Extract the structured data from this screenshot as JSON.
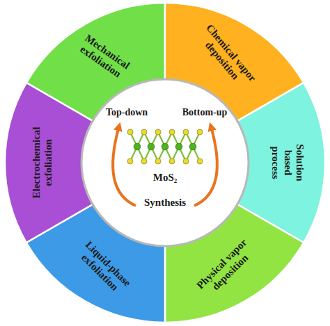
{
  "diagram": {
    "nodes": [
      {
        "text": [
          "Mechanical exfoliation"
        ]
      },
      {
        "text": [
          "Chemical vapor deposition"
        ]
      },
      {
        "text": [
          "Solution based process"
        ]
      },
      {
        "text": [
          "Physical vapor deposition"
        ]
      },
      {
        "text": [
          "Liquid-phase exfoliation"
        ]
      },
      {
        "text": [
          "Electrochemical exfoliation"
        ]
      },
      {
        "text": [
          "Top-down",
          "Bottom-up",
          "MoS₂",
          "Synthesis"
        ]
      }
    ]
  }
}
